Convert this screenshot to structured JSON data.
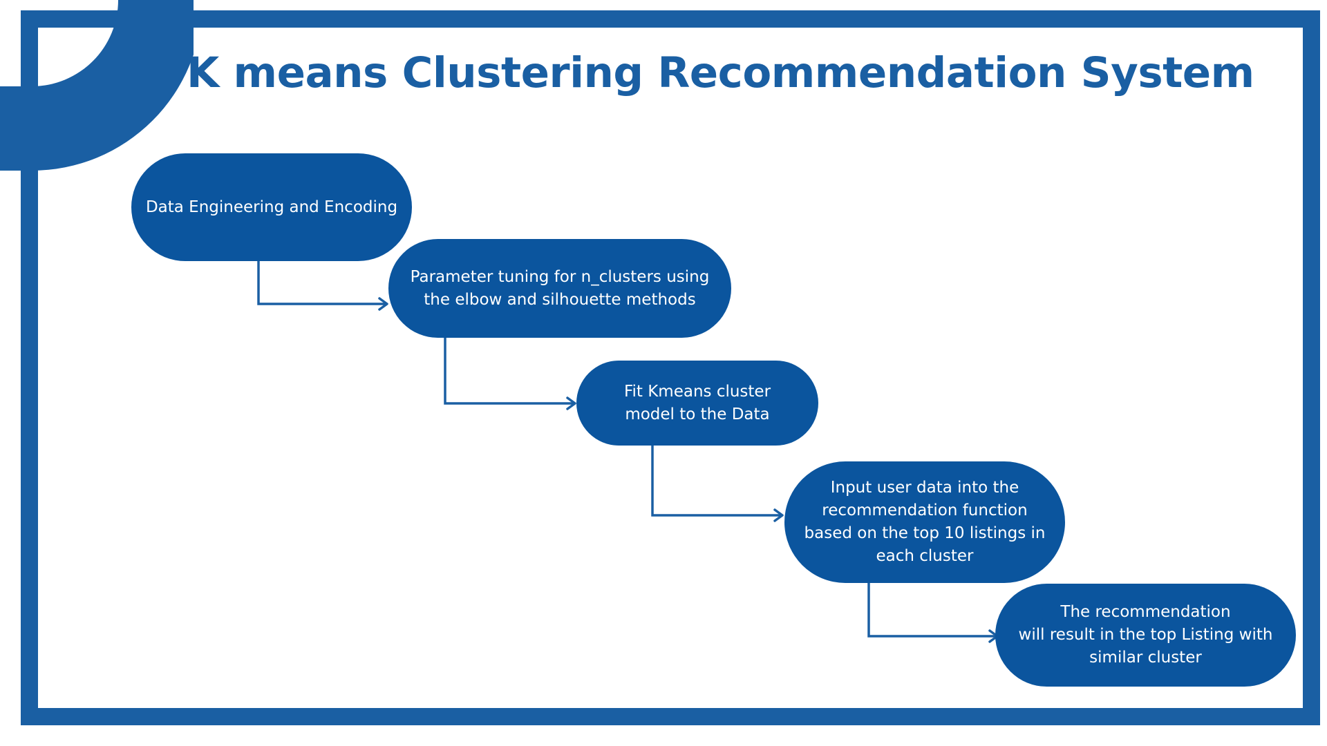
{
  "title": "K means Clustering Recommendation System",
  "colors": {
    "primary": "#1a5fa3",
    "node_fill": "#0b559e",
    "node_text": "#ffffff",
    "background": "#ffffff"
  },
  "steps": [
    {
      "text": "Data Engineering and Encoding"
    },
    {
      "text": "Parameter tuning for n_clusters using\nthe elbow and silhouette methods"
    },
    {
      "text": "Fit Kmeans cluster\nmodel to the Data"
    },
    {
      "text": "Input user data into the\nrecommendation function\nbased on the top 10 listings in\neach cluster"
    },
    {
      "text": "The recommendation\nwill result in the top Listing with\nsimilar cluster"
    }
  ],
  "connectors": [
    {
      "from": 0,
      "to": 1
    },
    {
      "from": 1,
      "to": 2
    },
    {
      "from": 2,
      "to": 3
    },
    {
      "from": 3,
      "to": 4
    }
  ]
}
